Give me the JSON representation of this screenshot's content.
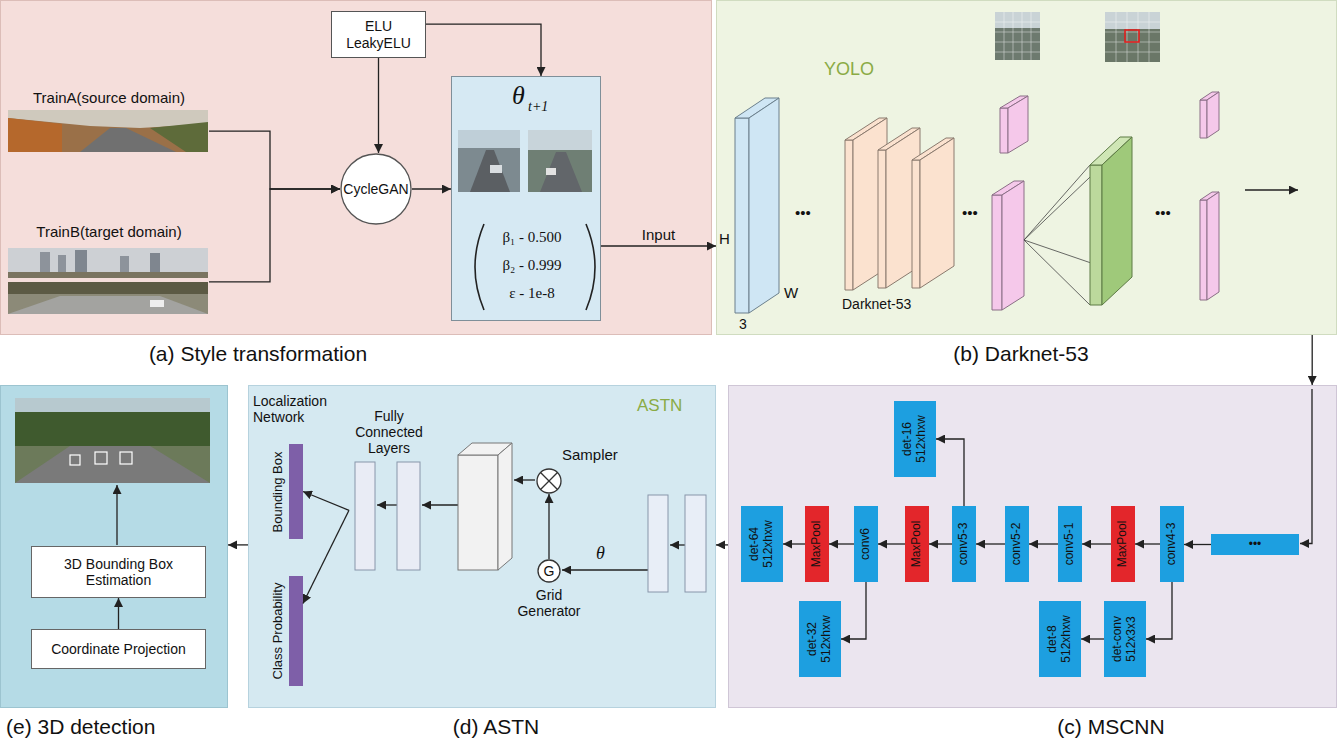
{
  "diagram": {
    "nodes": [
      {
        "text": [
          "(a) Style transformation"
        ]
      },
      {
        "text": [
          "ELU LeakyELU"
        ],
        "in": 0
      },
      {
        "text": [
          "TrainA(source domain)"
        ],
        "in": 0
      },
      {
        "text": [
          "TrainB(target domain)"
        ],
        "in": 0
      },
      {
        "text": [
          "CycleGAN"
        ],
        "in": 0
      },
      {
        "text": [
          "θ",
          "t+1",
          "β₁ - 0.500",
          "β₂ - 0.999",
          "ε - 1e-8"
        ],
        "in": 0
      },
      {
        "text": [
          "(b) Darknet-53",
          "YOLO"
        ]
      },
      {
        "text": [
          "(e) 3D detection"
        ]
      },
      {
        "text": [
          "3D Bounding Box Estimation"
        ],
        "in": 7
      },
      {
        "text": [
          "Coordinate Projection"
        ],
        "in": 7
      },
      {
        "text": [
          "(d) ASTN",
          "ASTN"
        ]
      },
      {
        "text": [
          "Bounding Box"
        ],
        "in": 10
      },
      {
        "text": [
          "Class Probability"
        ],
        "in": 10
      },
      {
        "text": [
          "Fully Connected Layers"
        ],
        "in": 10
      },
      {
        "text": [
          "Sampler"
        ],
        "in": 10
      },
      {
        "text": [
          "G",
          "Grid Generator"
        ],
        "in": 10
      },
      {
        "text": [
          "(c) MSCNN"
        ]
      },
      {
        "text": [
          "det-16 512xhxw"
        ],
        "in": 16
      },
      {
        "text": [
          "det-64 512xhxw"
        ],
        "in": 16
      },
      {
        "text": [
          "MaxPool"
        ],
        "in": 16
      },
      {
        "text": [
          "conv6"
        ],
        "in": 16
      },
      {
        "text": [
          "det-32 512xhxw"
        ],
        "in": 16
      },
      {
        "text": [
          "MaxPool"
        ],
        "in": 16
      },
      {
        "text": [
          "conv5-3"
        ],
        "in": 16
      },
      {
        "text": [
          "conv5-2"
        ],
        "in": 16
      },
      {
        "text": [
          "conv5-1"
        ],
        "in": 16
      },
      {
        "text": [
          "MaxPool"
        ],
        "in": 16
      },
      {
        "text": [
          "conv4-3"
        ],
        "in": 16
      },
      {
        "text": [
          "det-8 512xhxw"
        ],
        "in": 16
      },
      {
        "text": [
          "det-conv 512x3x3"
        ],
        "in": 16
      },
      {
        "text": [
          "•••"
        ],
        "in": 16
      }
    ],
    "edges": [
      {
        "from": 2,
        "to": 4,
        "arrow": "to"
      },
      {
        "from": 3,
        "to": 4,
        "arrow": "to"
      },
      {
        "from": 1,
        "to": 4,
        "arrow": "to"
      },
      {
        "from": 1,
        "to": 5,
        "arrow": "to"
      },
      {
        "from": 4,
        "to": 5,
        "arrow": "to"
      },
      {
        "from": 5,
        "to": 6,
        "label": "Input",
        "arrow": "to"
      },
      {
        "from": 6,
        "to": 16,
        "arrow": "to"
      },
      {
        "from": 30,
        "to": 27,
        "arrow": "to"
      },
      {
        "from": 27,
        "to": 26,
        "arrow": "to"
      },
      {
        "from": 26,
        "to": 25,
        "arrow": "to"
      },
      {
        "from": 25,
        "to": 24,
        "arrow": "to"
      },
      {
        "from": 24,
        "to": 23,
        "arrow": "to"
      },
      {
        "from": 23,
        "to": 22,
        "arrow": "to"
      },
      {
        "from": 22,
        "to": 20,
        "arrow": "to"
      },
      {
        "from": 20,
        "to": 19,
        "arrow": "to"
      },
      {
        "from": 19,
        "to": 18,
        "arrow": "to"
      },
      {
        "from": 23,
        "to": 17,
        "arrow": "to"
      },
      {
        "from": 20,
        "to": 21,
        "arrow": "to"
      },
      {
        "from": 27,
        "to": 29,
        "arrow": "to"
      },
      {
        "from": 29,
        "to": 28,
        "arrow": "to"
      },
      {
        "from": 16,
        "to": 10,
        "arrow": "to"
      },
      {
        "from": 15,
        "to": 14,
        "arrow": "to"
      },
      {
        "from": 13,
        "to": 11,
        "arrow": "to"
      },
      {
        "from": 13,
        "to": 12,
        "arrow": "to"
      },
      {
        "from": 10,
        "to": 7,
        "arrow": "to"
      },
      {
        "from": 9,
        "to": 8,
        "arrow": "to"
      }
    ],
    "labels": [
      "H",
      "W",
      "3",
      "•••",
      "Darknet-53",
      "•••",
      "•••",
      "Localization Network",
      "θ⃗"
    ]
  }
}
